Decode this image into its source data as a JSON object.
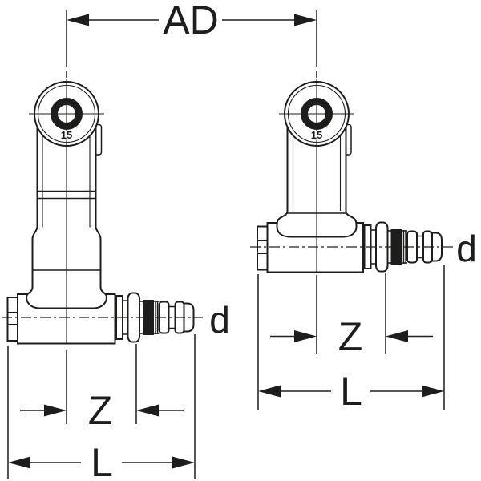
{
  "diagram": {
    "description": "Technical dimension drawing of two elbow tap connector fittings",
    "colors": {
      "line": "#1d1d1b",
      "background": "#ffffff"
    },
    "top_dimension": {
      "label": "AD"
    },
    "left_fitting": {
      "marking": "15",
      "outlet_label": "d",
      "dim_z_label": "Z",
      "dim_l_label": "L"
    },
    "right_fitting": {
      "marking": "15",
      "outlet_label": "d",
      "dim_z_label": "Z",
      "dim_l_label": "L"
    }
  }
}
